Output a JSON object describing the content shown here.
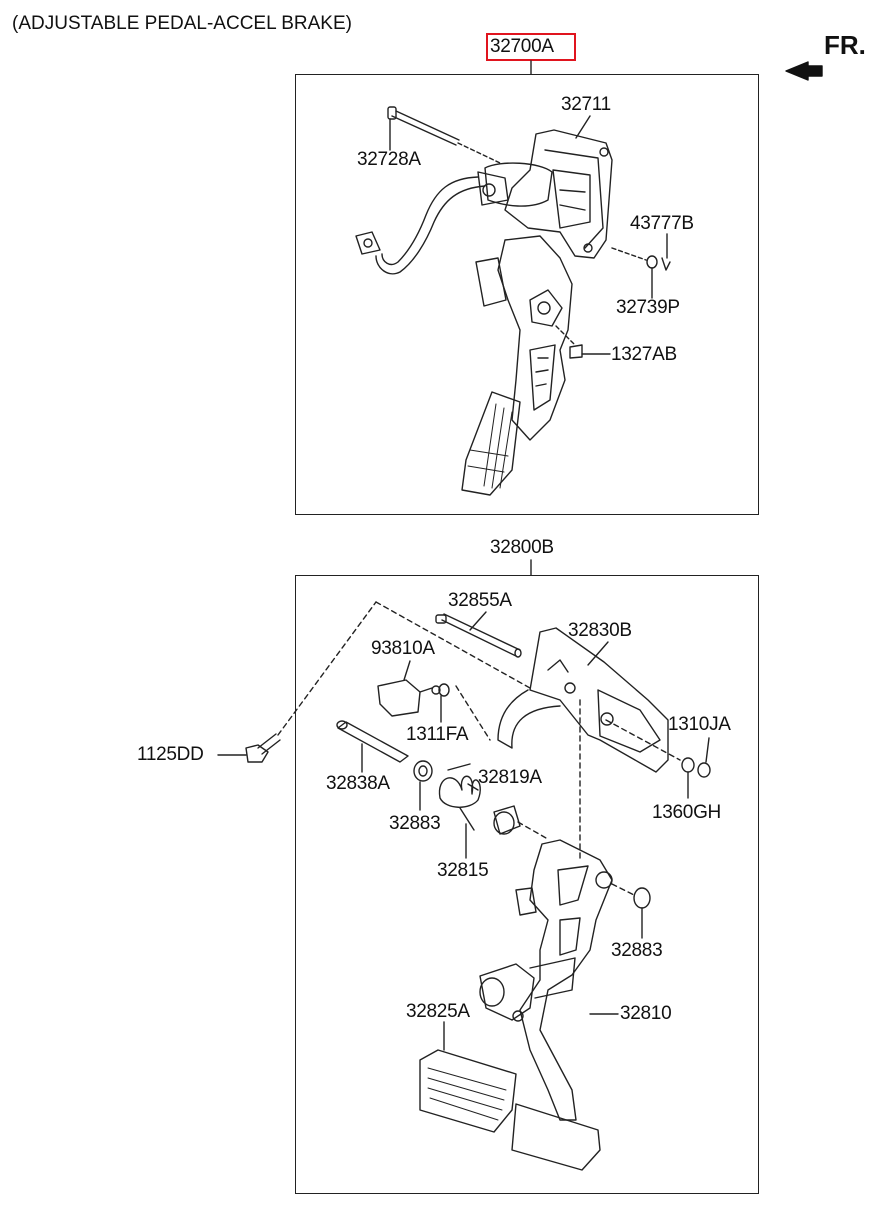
{
  "header": {
    "title": "(ADJUSTABLE PEDAL-ACCEL  BRAKE)",
    "fr_label": "FR."
  },
  "groups": {
    "accel": {
      "assembly_code": "32700A"
    },
    "brake": {
      "assembly_code": "32800B"
    }
  },
  "parts": {
    "p32711": "32711",
    "p32728A": "32728A",
    "p43777B": "43777B",
    "p32739P": "32739P",
    "p1327AB": "1327AB",
    "p32855A": "32855A",
    "p32830B": "32830B",
    "p93810A": "93810A",
    "p1311FA": "1311FA",
    "p1310JA": "1310JA",
    "p1125DD": "1125DD",
    "p32838A": "32838A",
    "p32819A": "32819A",
    "p1360GH": "1360GH",
    "p32883a": "32883",
    "p32815": "32815",
    "p32883b": "32883",
    "p32825A": "32825A",
    "p32810": "32810"
  },
  "highlight_color": "#e0141e"
}
